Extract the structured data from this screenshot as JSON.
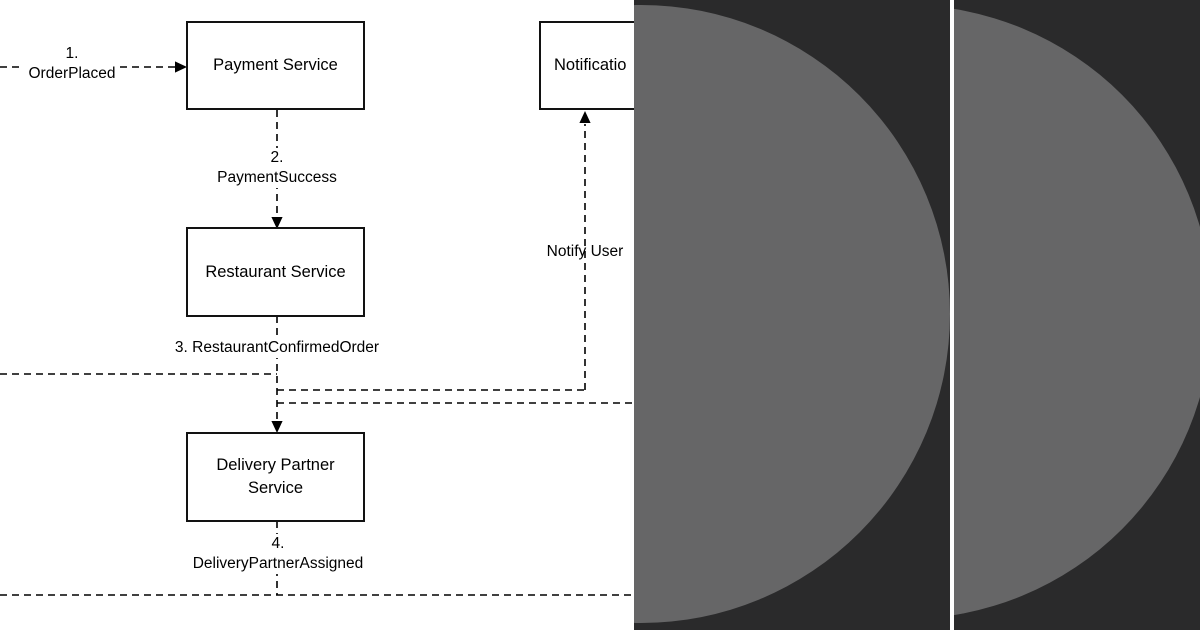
{
  "colors": {
    "bg": "#ffffff",
    "line": "#000000",
    "box-border": "#121212",
    "text": "#000000",
    "panel": "#2a2a2b",
    "circle": "#666667"
  },
  "diagram": {
    "nodes": {
      "payment": "Payment Service",
      "restaurant": "Restaurant Service",
      "delivery": "Delivery Partner Service",
      "notification": "Notificatio"
    },
    "edge_labels": {
      "order_placed": {
        "num": "1.",
        "name": "OrderPlaced"
      },
      "payment_success": {
        "num": "2.",
        "name": "PaymentSuccess"
      },
      "restaurant_confirmed": "3. RestaurantConfirmedOrder",
      "delivery_assigned": {
        "num": "4.",
        "name": "DeliveryPartnerAssigned"
      },
      "notify_user": "Notify User"
    }
  }
}
